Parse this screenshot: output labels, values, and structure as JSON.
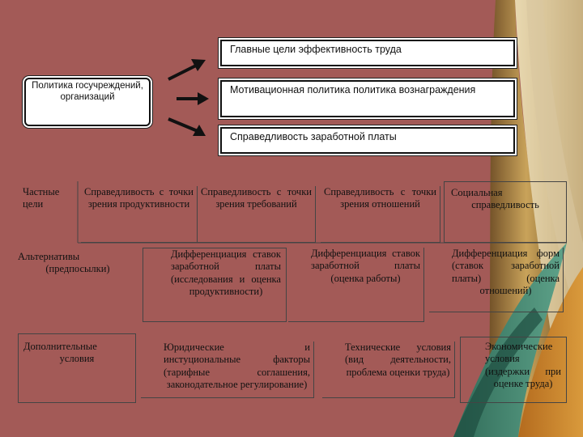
{
  "colors": {
    "background": "#a35a57",
    "box": "#ffffff",
    "text": "#111111"
  },
  "top_boxes": {
    "goals": "Главные цели эффективность труда",
    "motivation": "Мотивационная политика политика вознаграждения",
    "fairness": "Справедливость заработной платы"
  },
  "policy_box": "Политика госучреждений, организаций",
  "row1": {
    "label": "Частные цели",
    "c1": "Справедливость с точки зрения продуктивности",
    "c2": "Справедливость с точки зрения требований",
    "c3": "Справедливость с точки зрения отношений",
    "c4": "Социальная справедливость"
  },
  "row2": {
    "label": "Альтернативы (предпосылки)",
    "c1": "Дифференциация ставок заработной платы (исследования и оценка продуктивности)",
    "c2": "Дифференциация ставок заработной платы (оценка работы)",
    "c3": "Дифференциация форм (ставок заработной платы) (оценка отношений)"
  },
  "row3": {
    "label": "Дополнительные условия",
    "c1": "Юридические и инстуциональные факторы (тарифные соглашения, законодательное регулирование)",
    "c2": "Технические условия (вид деятельности, проблема оценки труда)",
    "c3": "Экономические условия (издержки при оценке труда)"
  }
}
